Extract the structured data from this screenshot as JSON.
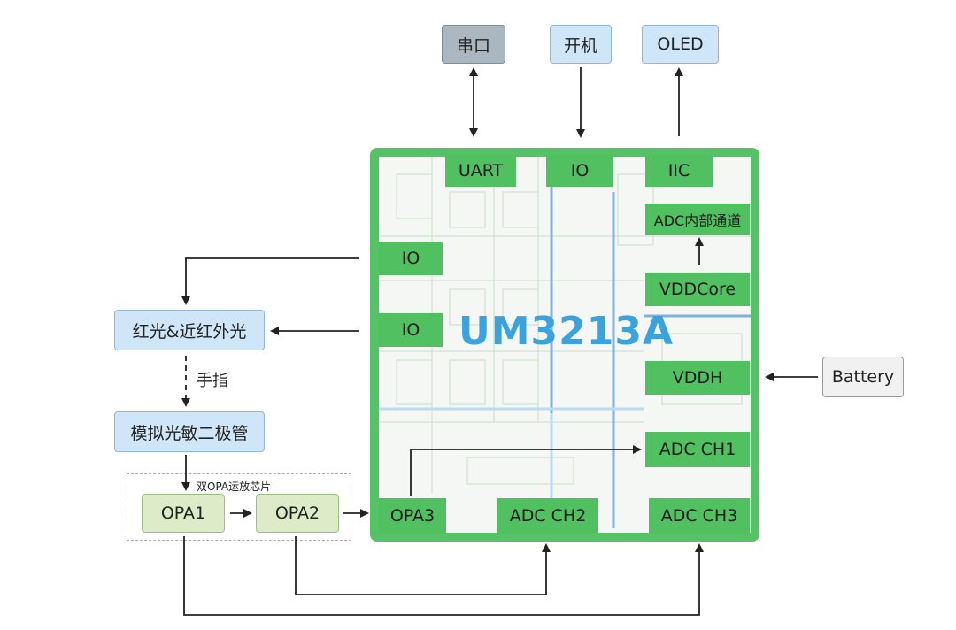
{
  "external": {
    "uart_port": "串口",
    "power_on": "开机",
    "oled": "OLED",
    "led_light": "红光&近红外光",
    "finger": "手指",
    "photodiode": "模拟光敏二极管",
    "battery": "Battery",
    "dual_opa_label": "双OPA运放芯片",
    "opa1": "OPA1",
    "opa2": "OPA2"
  },
  "chip": {
    "title": "UM3213A",
    "uart": "UART",
    "io_top": "IO",
    "iic": "IIC",
    "adc_internal": "ADC内部通道",
    "io_left_1": "IO",
    "io_left_2": "IO",
    "vddcore": "VDDCore",
    "vddh": "VDDH",
    "adc_ch1": "ADC CH1",
    "opa3": "OPA3",
    "adc_ch2": "ADC CH2",
    "adc_ch3": "ADC CH3"
  },
  "colors": {
    "chip_green": "#56c267",
    "block_green": "#51c061",
    "title_blue": "#3aa3de",
    "box_blue": "#cfe6f8",
    "box_grey": "#aab7c0"
  }
}
